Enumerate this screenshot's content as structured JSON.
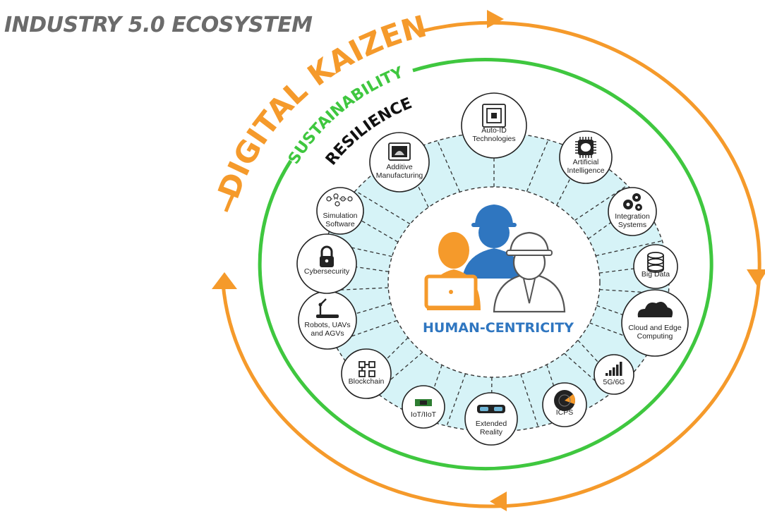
{
  "title": "INDUSTRY 5.0 ECOSYSTEM",
  "rings": {
    "outer": "DIGITAL KAIZEN",
    "middle": "SUSTAINABILITY",
    "inner": "RESILIENCE"
  },
  "center": "HUMAN-CENTRICITY",
  "colors": {
    "kaizen": "#f59a2b",
    "sustainability": "#3fc73f",
    "resilience": "#111111",
    "center_text": "#2f76c0",
    "band": "#d6f3f7",
    "title": "#6b6b6b",
    "person_orange": "#f59a2b",
    "person_blue": "#2f76c0"
  },
  "nodes": [
    {
      "id": "auto-id",
      "lines": [
        "Auto-ID",
        "Technologies"
      ],
      "icon": "rfid-chip-icon"
    },
    {
      "id": "ai",
      "lines": [
        "Artificial",
        "Intelligence"
      ],
      "icon": "brain-chip-icon"
    },
    {
      "id": "integration",
      "lines": [
        "Integration",
        "Systems"
      ],
      "icon": "gears-icon"
    },
    {
      "id": "big-data",
      "lines": [
        "Big Data"
      ],
      "icon": "database-icon"
    },
    {
      "id": "cloud",
      "lines": [
        "Cloud and Edge",
        "Computing"
      ],
      "icon": "cloud-icon"
    },
    {
      "id": "5g",
      "lines": [
        "5G/6G"
      ],
      "icon": "signal-bars-icon"
    },
    {
      "id": "icps",
      "lines": [
        "ICPS"
      ],
      "icon": "radar-icon"
    },
    {
      "id": "xr",
      "lines": [
        "Extended",
        "Reality"
      ],
      "icon": "vr-headset-icon"
    },
    {
      "id": "iot",
      "lines": [
        "IoT/IIoT"
      ],
      "icon": "iot-board-icon"
    },
    {
      "id": "blockchain",
      "lines": [
        "Blockchain"
      ],
      "icon": "blocks-icon"
    },
    {
      "id": "robots",
      "lines": [
        "Robots, UAVs",
        "and AGVs"
      ],
      "icon": "robot-arm-icon"
    },
    {
      "id": "cyber",
      "lines": [
        "Cybersecurity"
      ],
      "icon": "padlock-icon"
    },
    {
      "id": "simulation",
      "lines": [
        "Simulation",
        "Software"
      ],
      "icon": "network-flow-icon"
    },
    {
      "id": "additive",
      "lines": [
        "Additive",
        "Manufacturing"
      ],
      "icon": "3d-printer-icon"
    }
  ]
}
